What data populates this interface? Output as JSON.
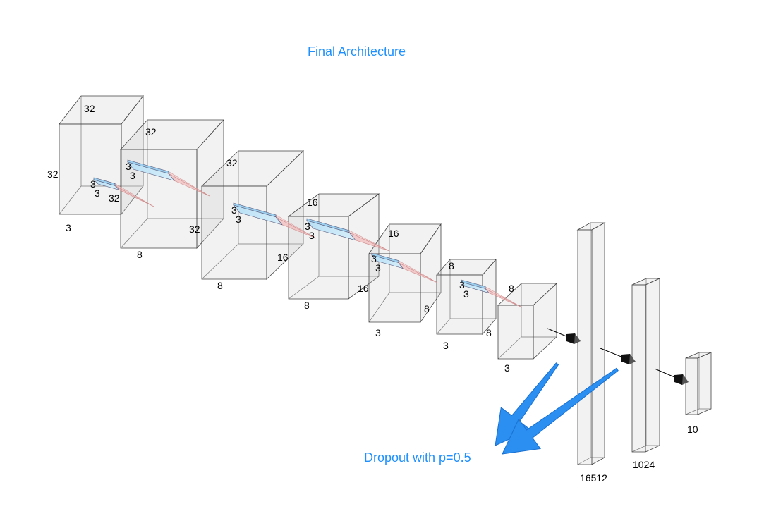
{
  "title": "Final Architecture",
  "annotation": "Dropout with p=0.5",
  "colors": {
    "accent": "#1e90ff",
    "kernel": "#a8d8f0",
    "projection": "#f4b8b8"
  },
  "layers": [
    {
      "name": "conv-block-1",
      "labels": [
        "32",
        "32",
        "3"
      ]
    },
    {
      "name": "conv-block-2",
      "labels": [
        "32",
        "32",
        "8"
      ]
    },
    {
      "name": "conv-block-3",
      "labels": [
        "32",
        "16",
        "8"
      ]
    },
    {
      "name": "conv-block-4",
      "labels": [
        "16",
        "16",
        "8"
      ]
    },
    {
      "name": "conv-block-5",
      "labels": [
        "16",
        "8",
        "3"
      ]
    },
    {
      "name": "conv-block-6",
      "labels": [
        "8",
        "8",
        "3"
      ]
    },
    {
      "name": "conv-block-7",
      "labels": [
        "8",
        "3"
      ]
    }
  ],
  "kernels": [
    {
      "labels": [
        "3",
        "3",
        "32"
      ]
    },
    {
      "labels": [
        "3",
        "3"
      ]
    },
    {
      "labels": [
        "3",
        "3"
      ]
    },
    {
      "labels": [
        "3",
        "3"
      ]
    },
    {
      "labels": [
        "3",
        "3"
      ]
    },
    {
      "labels": [
        "3",
        "3"
      ]
    }
  ],
  "dense": [
    {
      "name": "flatten",
      "label": "16512"
    },
    {
      "name": "dense-1024",
      "label": "1024"
    },
    {
      "name": "output",
      "label": "10"
    }
  ]
}
